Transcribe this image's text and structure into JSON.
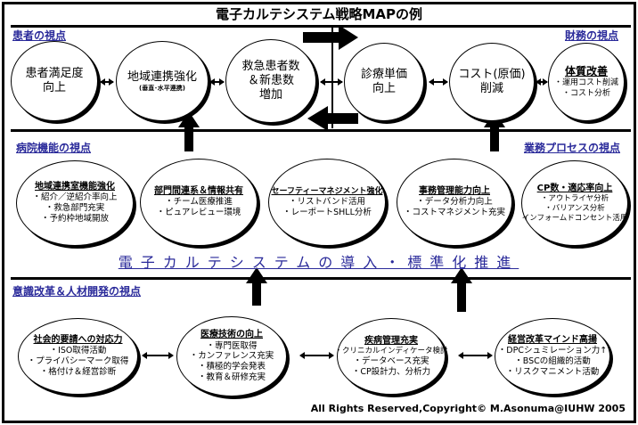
{
  "title": "電子カルテシステム戦略MAPの例",
  "perspectives": {
    "patient": "患者の視点",
    "finance": "財務の視点",
    "hospital": "病院機能の視点",
    "process": "業務プロセスの視点",
    "people": "意識改革＆人材開発の視点"
  },
  "row1": [
    {
      "lines": [
        "患者満足度",
        "向上"
      ]
    },
    {
      "lines": [
        "地域連携強化"
      ],
      "sub": "(垂直･水平連携)"
    },
    {
      "lines": [
        "救急患者数",
        "＆新患数",
        "増加"
      ]
    },
    {
      "lines": [
        "診療単価",
        "向上"
      ]
    },
    {
      "lines": [
        "コスト(原価)",
        "削減"
      ]
    },
    {
      "head": "体質改善",
      "items": [
        "・運用コスト削減",
        "・コスト分析"
      ]
    }
  ],
  "row2": [
    {
      "head": "地域連携室機能強化",
      "items": [
        "・紹介／逆紹介率向上",
        "・救急部門充実",
        "・予約枠地域開放"
      ]
    },
    {
      "head": "部門間連系＆情報共有",
      "items": [
        "・チーム医療推進",
        "・ピュアレビュー環境"
      ]
    },
    {
      "head": "セーフティーマネジメント強化",
      "items": [
        "・リストバンド活用",
        "・レーポートSHLL分析"
      ]
    },
    {
      "head": "事務管理能力向上",
      "items": [
        "・データ分析力向上",
        "・コストマネジメント充実"
      ]
    },
    {
      "head": "CP数・適応率向上",
      "items": [
        "・アウトライヤ分析",
        "・バリアンス分析",
        "インフォームドコンセント活用"
      ]
    }
  ],
  "banner": "電子カルテシステムの導入・標準化推進",
  "row3": [
    {
      "head": "社会的要請への対応力",
      "items": [
        "・ISO取得活動",
        "・プライバシーマーク取得",
        "・格付け＆経営診断"
      ]
    },
    {
      "head": "医療技術の向上",
      "items": [
        "・専門医取得",
        "・カンファレンス充実",
        "・積極的学会発表",
        "・教育＆研修充実"
      ]
    },
    {
      "head": "疾病管理充実",
      "items": [
        "・クリニカルインディケータ検討",
        "・データベース充実",
        "・CP設計力、分析力"
      ]
    },
    {
      "head": "経営改革マインド高揚",
      "items": [
        "・DPCシュミレーション力↑",
        "・BSCの組織的活動",
        "・リスクマニメント活動"
      ]
    }
  ],
  "copyright": "All Rights Reserved,Copyright© M.Asonuma@IUHW 2005"
}
